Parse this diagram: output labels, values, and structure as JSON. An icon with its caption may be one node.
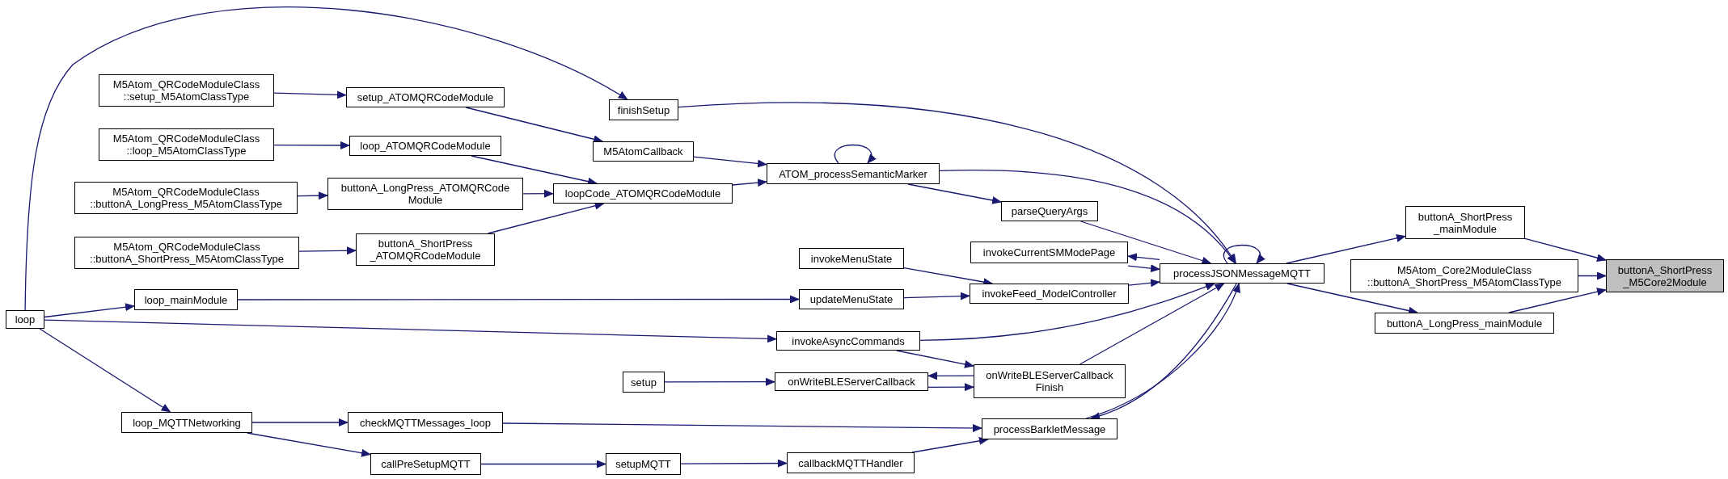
{
  "diagram": {
    "nodes": [
      {
        "text": [
          "loop"
        ]
      },
      {
        "text": [
          "M5Atom_QRCodeModuleClass ::setup_M5AtomClassType"
        ]
      },
      {
        "text": [
          "setup_ATOMQRCodeModule"
        ]
      },
      {
        "text": [
          "M5Atom_QRCodeModuleClass ::loop_M5AtomClassType"
        ]
      },
      {
        "text": [
          "loop_ATOMQRCodeModule"
        ]
      },
      {
        "text": [
          "M5Atom_QRCodeModuleClass ::buttonA_LongPress_M5AtomClassType"
        ]
      },
      {
        "text": [
          "buttonA_LongPress_ATOMQRCode Module"
        ]
      },
      {
        "text": [
          "M5Atom_QRCodeModuleClass ::buttonA_ShortPress_M5AtomClassType"
        ]
      },
      {
        "text": [
          "buttonA_ShortPress _ATOMQRCodeModule"
        ]
      },
      {
        "text": [
          "finishSetup"
        ]
      },
      {
        "text": [
          "M5AtomCallback"
        ]
      },
      {
        "text": [
          "loopCode_ATOMQRCodeModule"
        ]
      },
      {
        "text": [
          "ATOM_processSemanticMarker"
        ]
      },
      {
        "text": [
          "loop_mainModule"
        ]
      },
      {
        "text": [
          "invokeMenuState"
        ]
      },
      {
        "text": [
          "updateMenuState"
        ]
      },
      {
        "text": [
          "loop_MQTTNetworking"
        ]
      },
      {
        "text": [
          "checkMQTTMessages_loop"
        ]
      },
      {
        "text": [
          "callPreSetupMQTT"
        ]
      },
      {
        "text": [
          "setupMQTT"
        ]
      },
      {
        "text": [
          "invokeAsyncCommands"
        ]
      },
      {
        "text": [
          "setup"
        ]
      },
      {
        "text": [
          "onWriteBLEServerCallback"
        ]
      },
      {
        "text": [
          "callbackMQTTHandler"
        ]
      },
      {
        "text": [
          "parseQueryArgs"
        ]
      },
      {
        "text": [
          "invokeCurrentSMModePage"
        ]
      },
      {
        "text": [
          "invokeFeed_ModelController"
        ]
      },
      {
        "text": [
          "onWriteBLEServerCallback Finish"
        ]
      },
      {
        "text": [
          "processBarkletMessage"
        ]
      },
      {
        "text": [
          "processJSONMessageMQTT"
        ]
      },
      {
        "text": [
          "buttonA_ShortPress _mainModule"
        ]
      },
      {
        "text": [
          "M5Atom_Core2ModuleClass ::buttonA_ShortPress_M5AtomClassType"
        ]
      },
      {
        "text": [
          "buttonA_LongPress_mainModule"
        ]
      },
      {
        "text": [
          "buttonA_ShortPress _M5Core2Module"
        ]
      }
    ],
    "edges": [
      {
        "from": 0,
        "to": 9,
        "arrow": "to"
      },
      {
        "from": 0,
        "to": 13,
        "arrow": "to"
      },
      {
        "from": 0,
        "to": 20,
        "arrow": "to"
      },
      {
        "from": 0,
        "to": 16,
        "arrow": "to"
      },
      {
        "from": 1,
        "to": 2,
        "arrow": "to"
      },
      {
        "from": 2,
        "to": 10,
        "arrow": "to"
      },
      {
        "from": 3,
        "to": 4,
        "arrow": "to"
      },
      {
        "from": 4,
        "to": 11,
        "arrow": "to"
      },
      {
        "from": 5,
        "to": 6,
        "arrow": "to"
      },
      {
        "from": 6,
        "to": 11,
        "arrow": "to"
      },
      {
        "from": 7,
        "to": 8,
        "arrow": "to"
      },
      {
        "from": 8,
        "to": 11,
        "arrow": "to"
      },
      {
        "from": 10,
        "to": 12,
        "arrow": "to"
      },
      {
        "from": 11,
        "to": 12,
        "arrow": "to"
      },
      {
        "from": 12,
        "to": 12,
        "arrow": "to"
      },
      {
        "from": 12,
        "to": 24,
        "arrow": "to"
      },
      {
        "from": 12,
        "to": 29,
        "arrow": "to"
      },
      {
        "from": 9,
        "to": 29,
        "arrow": "to"
      },
      {
        "from": 24,
        "to": 29,
        "arrow": "to"
      },
      {
        "from": 29,
        "to": 29,
        "arrow": "to"
      },
      {
        "from": 29,
        "to": 25,
        "arrow": "to"
      },
      {
        "from": 25,
        "to": 29,
        "arrow": "to"
      },
      {
        "from": 26,
        "to": 29,
        "arrow": "to"
      },
      {
        "from": 14,
        "to": 26,
        "arrow": "to"
      },
      {
        "from": 13,
        "to": 15,
        "arrow": "to"
      },
      {
        "from": 15,
        "to": 26,
        "arrow": "to"
      },
      {
        "from": 20,
        "to": 29,
        "arrow": "to"
      },
      {
        "from": 20,
        "to": 27,
        "arrow": "to"
      },
      {
        "from": 27,
        "to": 29,
        "arrow": "to"
      },
      {
        "from": 27,
        "to": 22,
        "arrow": "to"
      },
      {
        "from": 22,
        "to": 27,
        "arrow": "to"
      },
      {
        "from": 21,
        "to": 22,
        "arrow": "to"
      },
      {
        "from": 29,
        "to": 28,
        "arrow": "to"
      },
      {
        "from": 28,
        "to": 29,
        "arrow": "to"
      },
      {
        "from": 17,
        "to": 28,
        "arrow": "to"
      },
      {
        "from": 23,
        "to": 28,
        "arrow": "to"
      },
      {
        "from": 16,
        "to": 17,
        "arrow": "to"
      },
      {
        "from": 16,
        "to": 18,
        "arrow": "to"
      },
      {
        "from": 18,
        "to": 19,
        "arrow": "to"
      },
      {
        "from": 19,
        "to": 23,
        "arrow": "to"
      },
      {
        "from": 29,
        "to": 30,
        "arrow": "to"
      },
      {
        "from": 29,
        "to": 32,
        "arrow": "to"
      },
      {
        "from": 30,
        "to": 33,
        "arrow": "to"
      },
      {
        "from": 31,
        "to": 33,
        "arrow": "to"
      },
      {
        "from": 32,
        "to": 33,
        "arrow": "to"
      }
    ]
  }
}
